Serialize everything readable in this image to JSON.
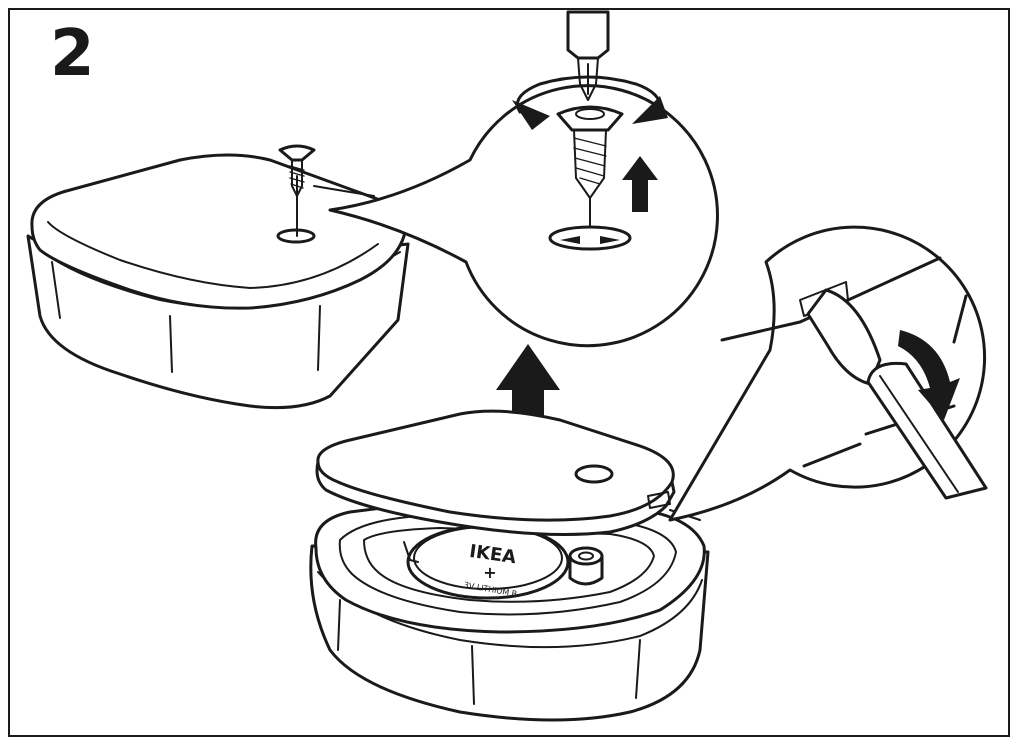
{
  "step": {
    "number": "2"
  },
  "battery": {
    "brand": "IKEA",
    "polarity": "+",
    "type": "3V LITHIUM B"
  },
  "colors": {
    "ink": "#1a1a1a",
    "paper": "#ffffff"
  },
  "icons": [
    "screw-icon",
    "screwdriver-icon",
    "rotate-arrow-icon",
    "arrow-up-icon",
    "arrow-down-icon",
    "coin-battery-icon"
  ]
}
